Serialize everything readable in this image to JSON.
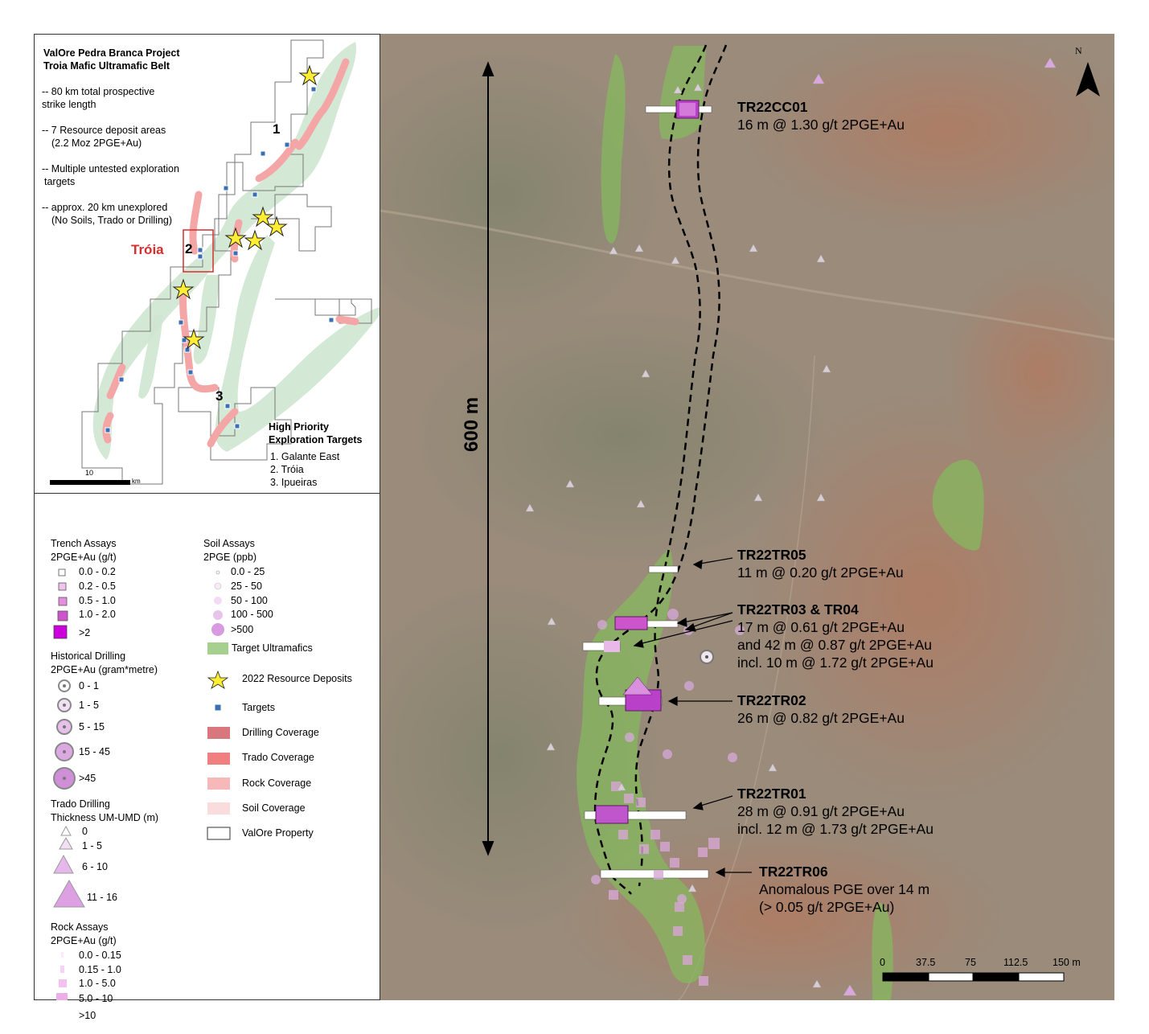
{
  "inset": {
    "title_line1": "ValOre Pedra Branca Project",
    "title_line2": "Troia Mafic Ultramafic Belt",
    "bullets": [
      "-- 80 km total prospective",
      "strike length",
      "-- 7 Resource deposit areas",
      "(2.2 Moz 2PGE+Au)",
      "-- Multiple untested exploration",
      "targets",
      "-- approx. 20 km unexplored",
      "(No Soils, Trado or Drilling)"
    ],
    "area_label": "Tróia",
    "area_numbers": [
      "1",
      "2",
      "3"
    ],
    "priority_title_line1": "High Priority",
    "priority_title_line2": "Exploration Targets",
    "priority_items": [
      "1. Galante East",
      "2. Tróia",
      "3. Ipueiras"
    ],
    "scale_value": "10",
    "scale_unit": "km"
  },
  "legend": {
    "trench": {
      "title_line1": "Trench Assays",
      "title_line2": "2PGE+Au (g/t)",
      "items": [
        "0.0 - 0.2",
        "0.2 - 0.5",
        "0.5 - 1.0",
        "1.0 - 2.0",
        ">2"
      ]
    },
    "soil": {
      "title_line1": "Soil Assays",
      "title_line2": "2PGE (ppb)",
      "items": [
        "0.0 - 25",
        "25 - 50",
        "50 - 100",
        "100 - 500",
        ">500"
      ]
    },
    "drilling": {
      "title_line1": "Historical Drilling",
      "title_line2": "2PGE+Au (gram*metre)",
      "items": [
        "0 - 1",
        "1 - 5",
        "5 - 15",
        "15 - 45",
        ">45"
      ]
    },
    "trado": {
      "title_line1": "Trado Drilling",
      "title_line2": "Thickness UM-UMD (m)",
      "items": [
        "0",
        "1 - 5",
        "6 - 10",
        "11 - 16"
      ]
    },
    "rock": {
      "title_line1": "Rock Assays",
      "title_line2": "2PGE+Au (g/t)",
      "items": [
        "0.0 - 0.15",
        "0.15 - 1.0",
        "1.0 - 5.0",
        "5.0 - 10",
        ">10"
      ]
    },
    "other": [
      {
        "label": "Target Ultramafics",
        "color": "#a6d08f"
      },
      {
        "label": "2022 Resource Deposits",
        "color": "#ffee33"
      },
      {
        "label": "Targets",
        "color": "#3a6fb5"
      },
      {
        "label": "Drilling Coverage",
        "color": "#d9787c"
      },
      {
        "label": "Trado Coverage",
        "color": "#f08080"
      },
      {
        "label": "Rock Coverage",
        "color": "#f6b8b8"
      },
      {
        "label": "Soil Coverage",
        "color": "#fadcdc"
      },
      {
        "label": "ValOre Property",
        "color": "#ffffff"
      }
    ]
  },
  "map": {
    "north": "N",
    "distance_label": "600 m",
    "scale_ticks": [
      "0",
      "37.5",
      "75",
      "112.5",
      "150 m"
    ],
    "trenches": [
      {
        "name": "TR22CC01",
        "result": [
          "16 m @ 1.30 g/t 2PGE+Au"
        ]
      },
      {
        "name": "TR22TR05",
        "result": [
          "11 m @ 0.20 g/t 2PGE+Au"
        ]
      },
      {
        "name": "TR22TR03 & TR04",
        "result": [
          "17 m @ 0.61 g/t 2PGE+Au",
          "and 42 m @ 0.87 g/t 2PGE+Au",
          "incl. 10 m @ 1.72 g/t 2PGE+Au"
        ]
      },
      {
        "name": "TR22TR02",
        "result": [
          "26 m @ 0.82 g/t 2PGE+Au"
        ]
      },
      {
        "name": "TR22TR01",
        "result": [
          "28 m @ 0.91 g/t 2PGE+Au",
          "incl. 12 m @ 1.73 g/t 2PGE+Au"
        ]
      },
      {
        "name": "TR22TR06",
        "result": [
          "Anomalous PGE over 14 m",
          "(> 0.05 g/t 2PGE+Au)"
        ]
      }
    ]
  }
}
